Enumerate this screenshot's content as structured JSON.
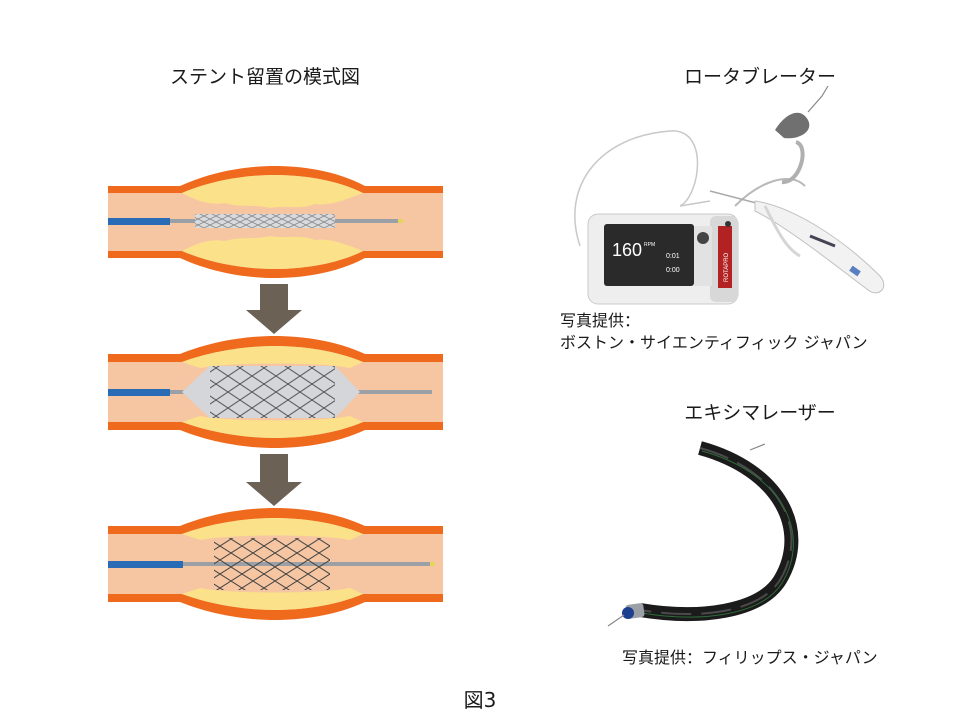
{
  "stent_title": "ステント留置の模式図",
  "rotablator_title": "ロータブレーター",
  "rotablator_credit_line1": "写真提供：",
  "rotablator_credit_line2": "ボストン・サイエンティフィック ジャパン",
  "laser_title": "エキシマレーザー",
  "laser_credit": "写真提供：フィリップス・ジャパン",
  "figure_caption": "図3",
  "device_screen": {
    "rpm": "160",
    "unit": "RPM",
    "time1": "0:01",
    "time2": "0:00"
  },
  "device_brand": "ROTAPRO",
  "colors": {
    "vessel_wall": "#f06a1e",
    "lumen": "#f6c6a2",
    "plaque": "#fbe18a",
    "catheter": "#2a6bb5",
    "arrow": "#6b6155"
  }
}
